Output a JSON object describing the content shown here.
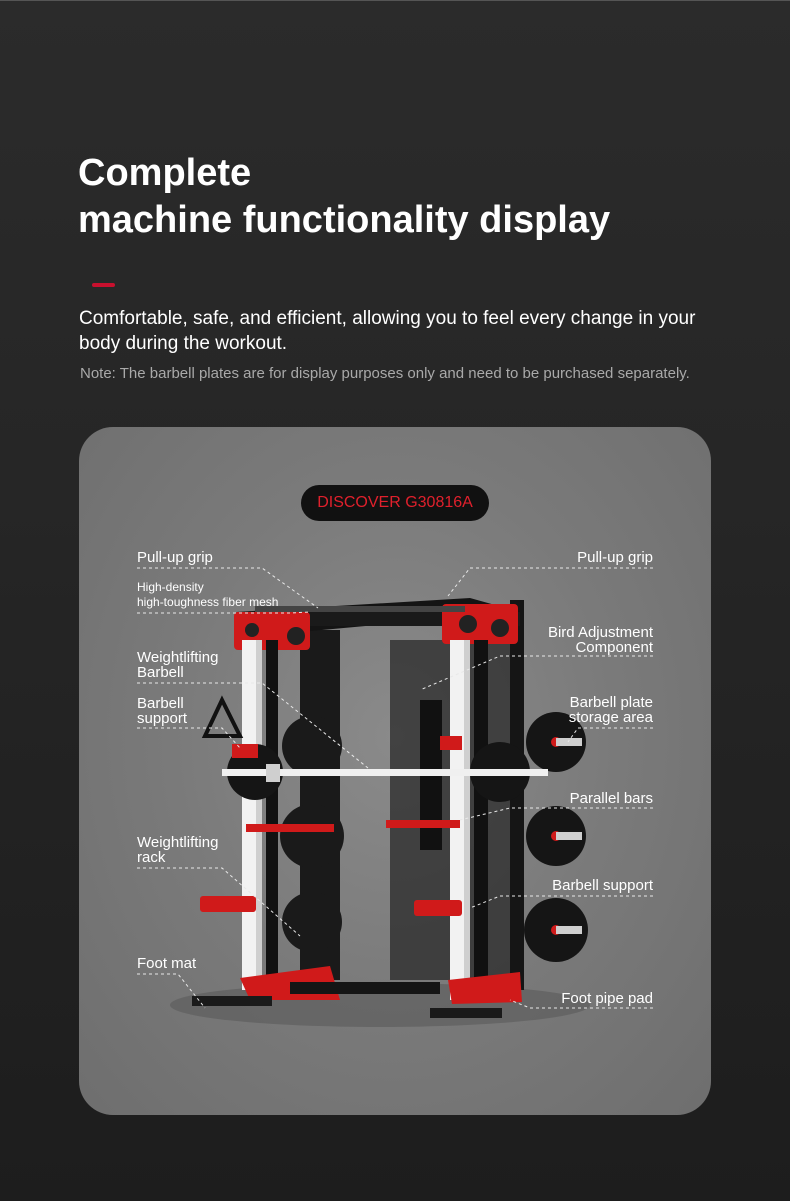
{
  "header": {
    "title_line1": "Complete",
    "title_line2": "machine functionality display",
    "subtitle": "Comfortable, safe, and efficient, allowing you to feel every change in your body during the workout.",
    "note": "Note: The barbell plates are for display purposes only and need to be purchased separately."
  },
  "product": {
    "model_badge": "DISCOVER G30816A",
    "left_labels": {
      "pull_up_grip": "Pull-up grip",
      "fiber_mesh_1": "High-density",
      "fiber_mesh_2": "high-toughness fiber mesh",
      "barbell_1": "Weightlifting",
      "barbell_2": "Barbell",
      "support_1": "Barbell",
      "support_2": "support",
      "rack_1": "Weightlifting",
      "rack_2": "rack",
      "foot_mat": "Foot mat"
    },
    "right_labels": {
      "pull_up_grip": "Pull-up grip",
      "bird_1": "Bird Adjustment",
      "bird_2": "Component",
      "storage_1": "Barbell plate",
      "storage_2": "storage area",
      "parallel_bars": "Parallel bars",
      "barbell_support": "Barbell support",
      "foot_pipe_pad": "Foot pipe pad"
    }
  },
  "colors": {
    "accent": "#c8102e",
    "frame": "#111111",
    "machine_red": "#d01a1a",
    "post_white": "#f2f2f2"
  }
}
